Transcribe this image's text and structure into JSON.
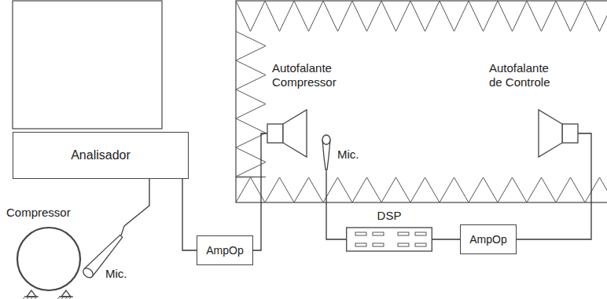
{
  "diagram": {
    "nodes": [
      {
        "text": [
          "Analisador"
        ]
      },
      {
        "text": [
          "Compressor"
        ]
      },
      {
        "text": [
          "Mic."
        ]
      },
      {
        "text": [
          "AmpOp"
        ]
      },
      {
        "text": [
          "Autofalante Compressor"
        ]
      },
      {
        "text": [
          "Mic."
        ]
      },
      {
        "text": [
          "DSP"
        ]
      },
      {
        "text": [
          "AmpOp"
        ]
      },
      {
        "text": [
          "Autofalante de Controle"
        ]
      }
    ],
    "edges": [
      {
        "from": 0,
        "to": 2,
        "arrow": "none"
      },
      {
        "from": 0,
        "to": 3,
        "arrow": "none"
      },
      {
        "from": 3,
        "to": 4,
        "arrow": "none"
      },
      {
        "from": 5,
        "to": 6,
        "arrow": "none"
      },
      {
        "from": 6,
        "to": 7,
        "arrow": "none"
      },
      {
        "from": 7,
        "to": 8,
        "arrow": "none"
      }
    ]
  }
}
